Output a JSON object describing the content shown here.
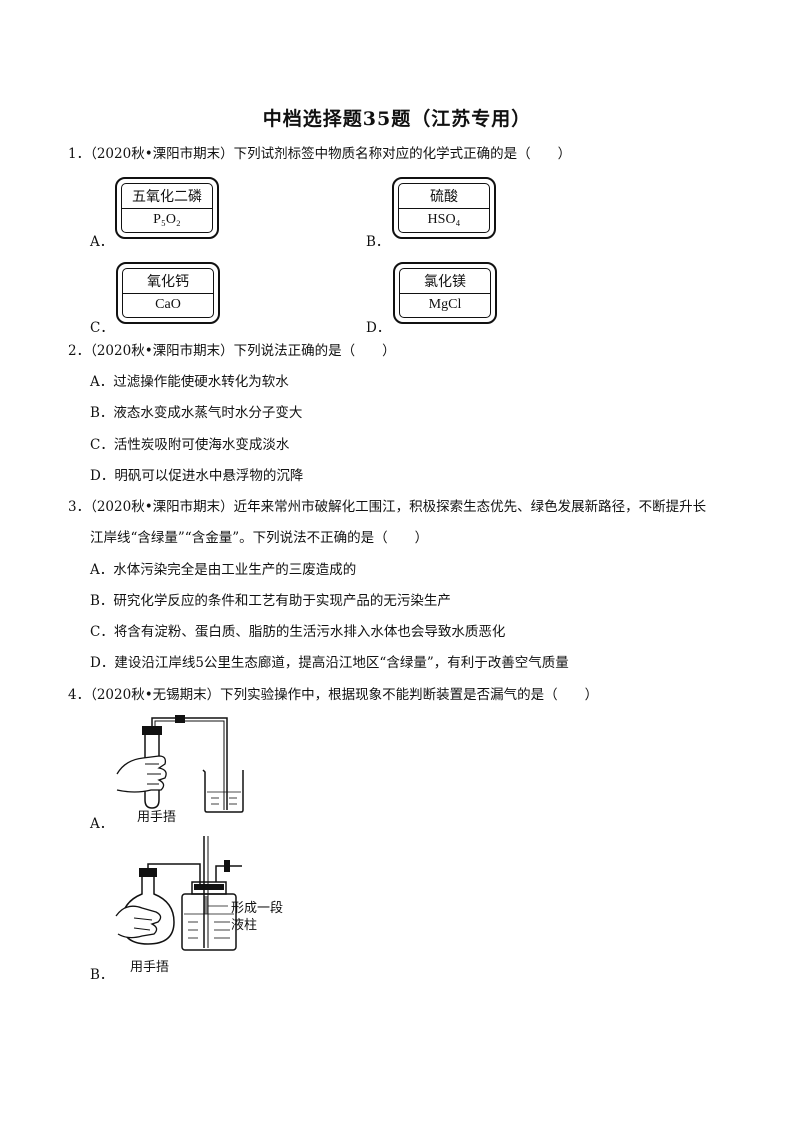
{
  "title": "中档选择题35题（江苏专用）",
  "questions": [
    {
      "stem": "1．（2020秋•溧阳市期末）下列试剂标签中物质名称对应的化学式正确的是（　　）",
      "options": [
        {
          "letter": "A．",
          "name": "五氧化二磷",
          "formula": "P₅O₂"
        },
        {
          "letter": "B．",
          "name": "硫酸",
          "formula": "HSO₄"
        },
        {
          "letter": "C．",
          "name": "氧化钙",
          "formula": "CaO"
        },
        {
          "letter": "D．",
          "name": "氯化镁",
          "formula": "MgCl"
        }
      ]
    },
    {
      "stem": "2．（2020秋•溧阳市期末）下列说法正确的是（　　）",
      "options": [
        "A．过滤操作能使硬水转化为软水",
        "B．液态水变成水蒸气时水分子变大",
        "C．活性炭吸附可使海水变成淡水",
        "D．明矾可以促进水中悬浮物的沉降"
      ]
    },
    {
      "stem_line1": "3．（2020秋•溧阳市期末）近年来常州市破解化工围江，积极探索生态优先、绿色发展新路径，不断提升长",
      "stem_line2": "江岸线“含绿量”“含金量”。下列说法不正确的是（　　）",
      "options": [
        "A．水体污染完全是由工业生产的三废造成的",
        "B．研究化学反应的条件和工艺有助于实现产品的无污染生产",
        "C．将含有淀粉、蛋白质、脂肪的生活污水排入水体也会导致水质恶化",
        "D．建设沿江岸线5公里生态廊道，提高沿江地区“含绿量”，有利于改善空气质量"
      ]
    },
    {
      "stem": "4．（2020秋•无锡期末）下列实验操作中，根据现象不能判断装置是否漏气的是（　　）",
      "options": [
        {
          "letter": "A．",
          "caption": "用手捂"
        },
        {
          "letter": "B．",
          "caption": "用手捂",
          "note_line1": "形成一段",
          "note_line2": "液柱"
        }
      ]
    }
  ]
}
